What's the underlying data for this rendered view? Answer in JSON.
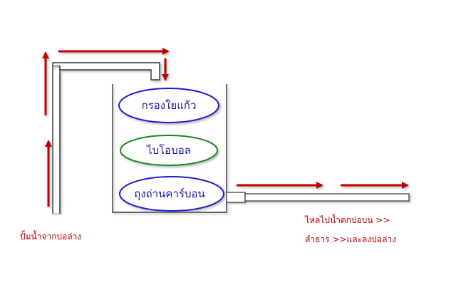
{
  "filters": {
    "top": "กรองใยแก้ว",
    "middle": "ไบโอบอล",
    "bottom": "ถุงถ่านคาร์บอน"
  },
  "notes": {
    "pump": "ปั้มน้ำจากบ่อล่าง",
    "outflow_line1": "ไหลไปน้ำตกบ่อบน >>",
    "outflow_line2": "ลำธาร >>และลงบ่อล่าง"
  },
  "colors": {
    "arrow": "#c00000",
    "oval_blue": "#1a1ad0",
    "oval_green": "#1a8a1a",
    "pipe": "#333333"
  }
}
